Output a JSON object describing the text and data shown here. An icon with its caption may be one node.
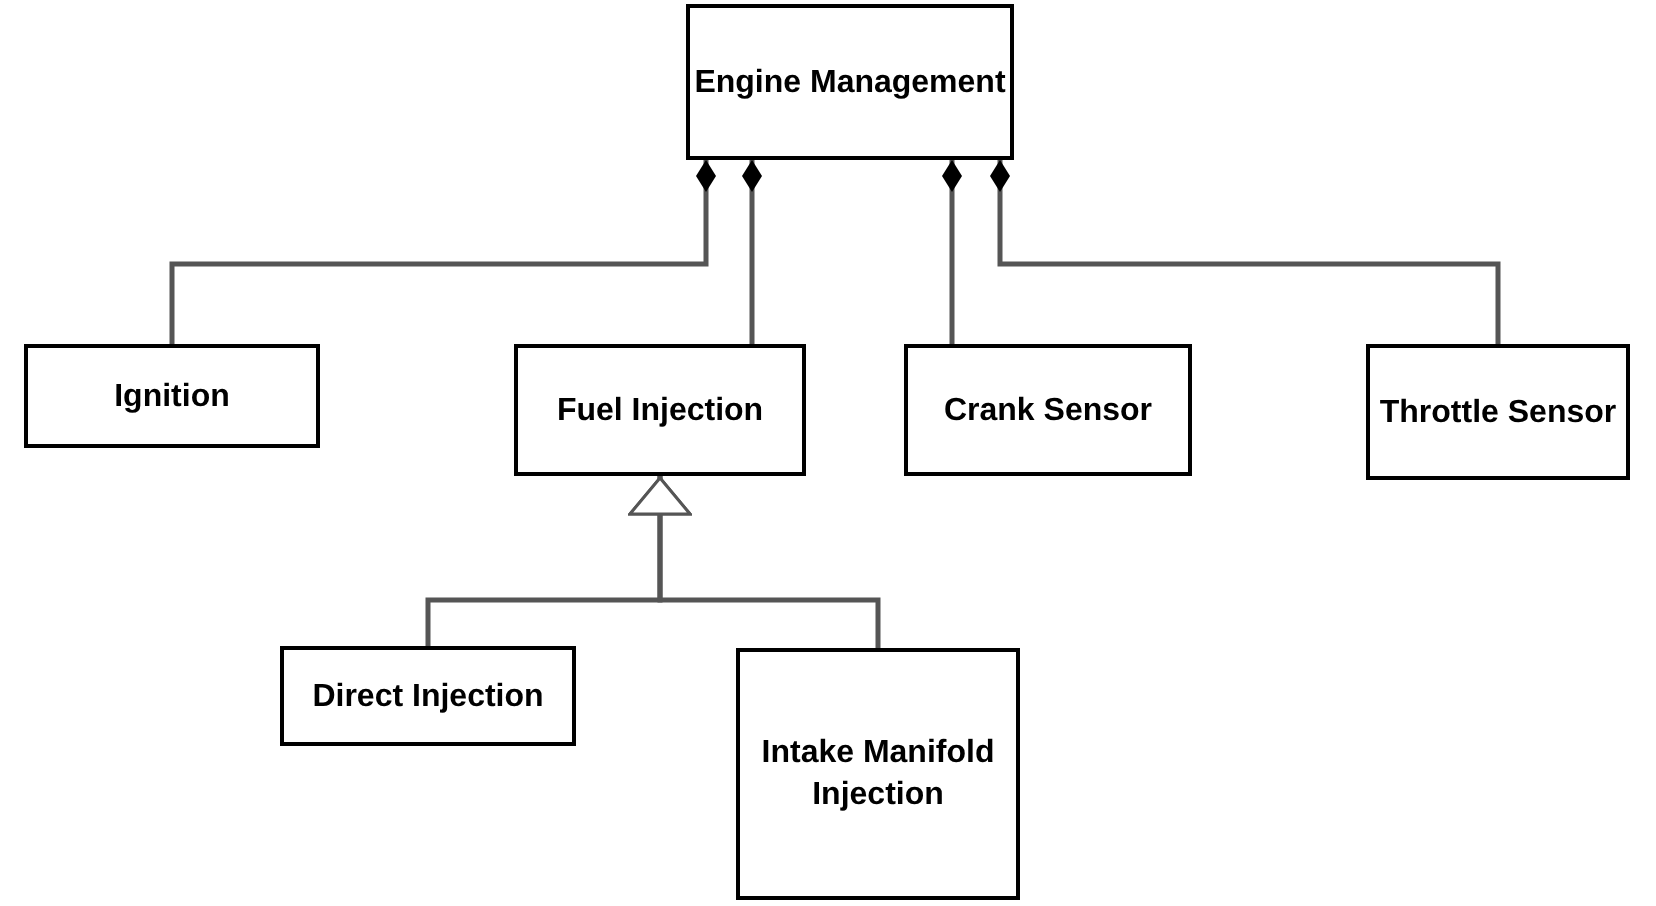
{
  "diagram": {
    "nodes": [
      {
        "text": [
          "Engine Management"
        ]
      },
      {
        "text": [
          "Ignition"
        ]
      },
      {
        "text": [
          "Fuel Injection"
        ]
      },
      {
        "text": [
          "Crank Sensor"
        ]
      },
      {
        "text": [
          "Throttle Sensor"
        ]
      },
      {
        "text": [
          "Direct Injection"
        ]
      },
      {
        "text": [
          "Intake Manifold Injection"
        ]
      }
    ],
    "edges": [
      {
        "from": 1,
        "to": 0,
        "arrow": "other"
      },
      {
        "from": 2,
        "to": 0,
        "arrow": "other"
      },
      {
        "from": 3,
        "to": 0,
        "arrow": "other"
      },
      {
        "from": 4,
        "to": 0,
        "arrow": "other"
      },
      {
        "from": 5,
        "to": 2,
        "arrow": "to"
      },
      {
        "from": 6,
        "to": 2,
        "arrow": "to"
      }
    ]
  }
}
